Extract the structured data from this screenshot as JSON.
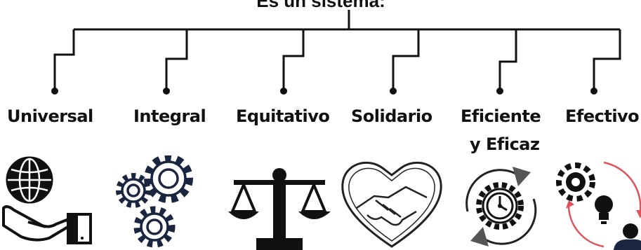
{
  "diagram": {
    "title": "Es un sistema:",
    "items": [
      {
        "label": "Universal",
        "icon": "globe-hand-icon"
      },
      {
        "label": "Integral",
        "icon": "gears-icon"
      },
      {
        "label": "Equitativo",
        "icon": "scales-icon"
      },
      {
        "label": "Solidario",
        "icon": "heart-handshake-icon"
      },
      {
        "label_line1": "Eficiente",
        "label_line2": "y Eficaz",
        "icon": "clock-gear-cycle-icon"
      },
      {
        "label": "Efectivo",
        "icon": "gear-bulb-person-icon"
      }
    ],
    "colors": {
      "ink": "#111111",
      "accent": "#e0525b",
      "arrow": "#444444"
    }
  }
}
